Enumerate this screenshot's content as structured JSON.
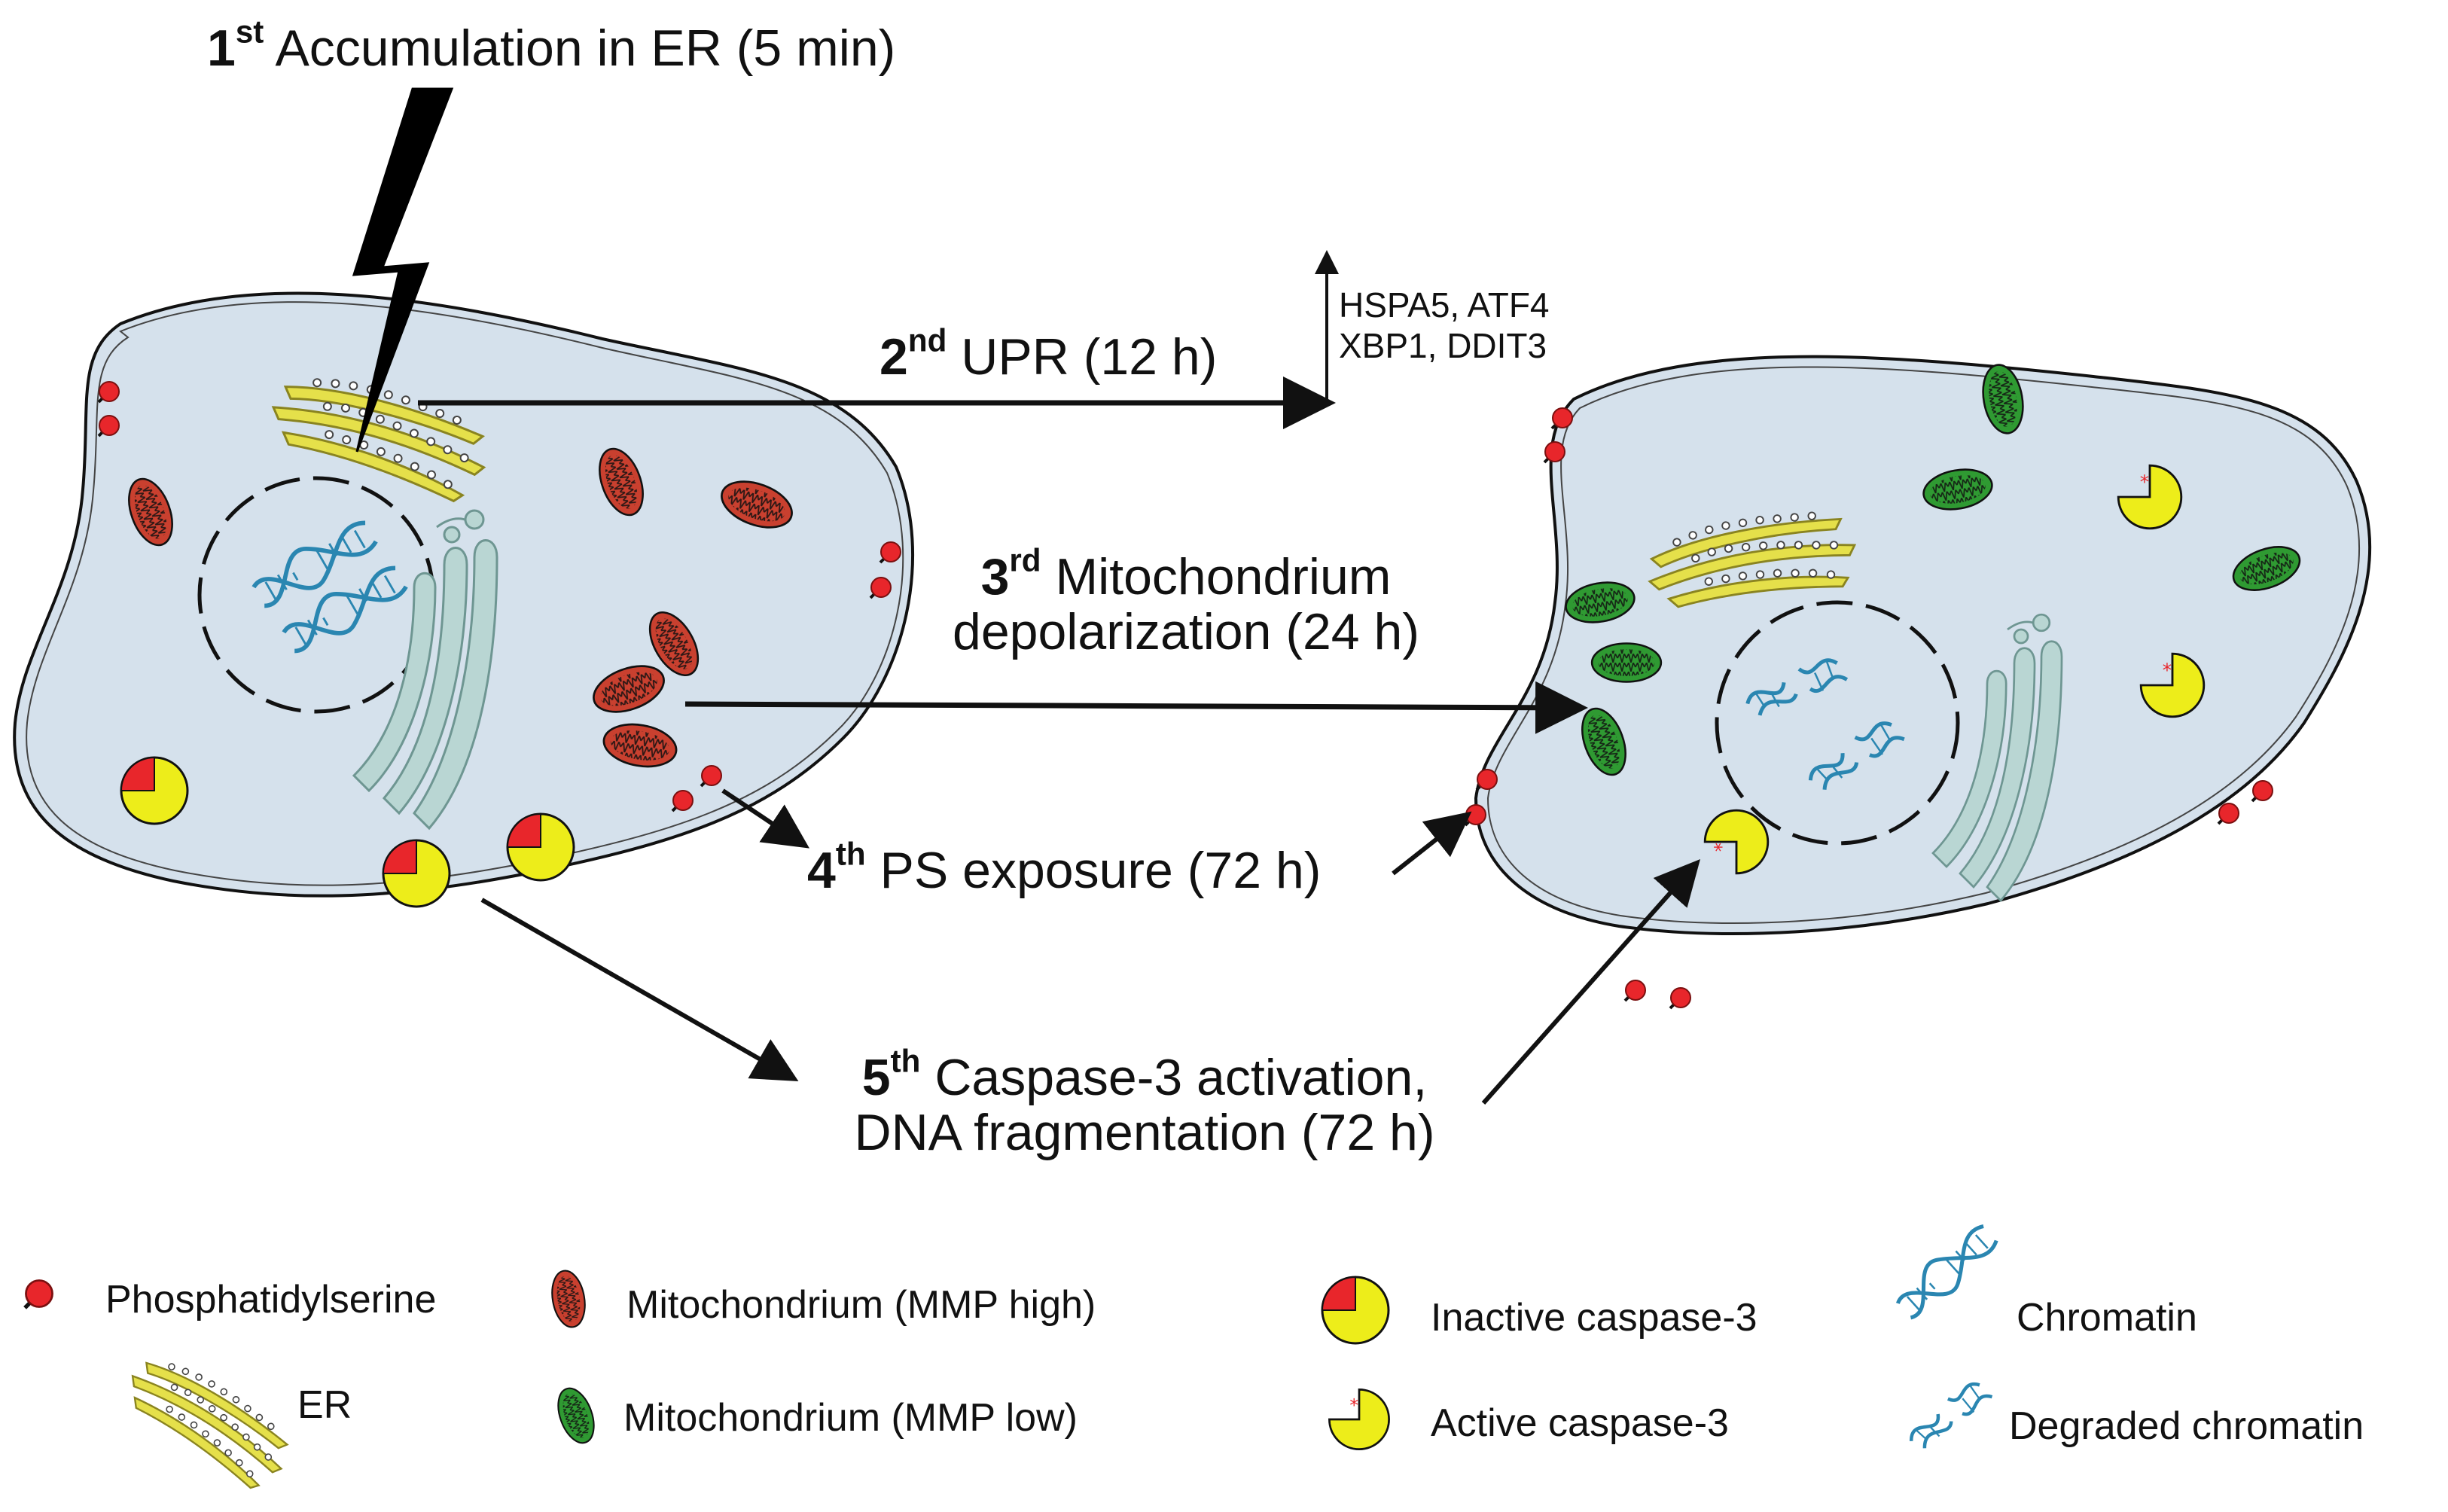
{
  "steps": [
    {
      "num": "1",
      "suffix": "st",
      "text": "Accumulation in ER (5 min)"
    },
    {
      "num": "2",
      "suffix": "nd",
      "text": "UPR (12 h)"
    },
    {
      "num": "3",
      "suffix": "rd",
      "line1": "Mitochondrium",
      "line2": "depolarization (24 h)"
    },
    {
      "num": "4",
      "suffix": "th",
      "text": "PS exposure (72 h)"
    },
    {
      "num": "5",
      "suffix": "th",
      "line1": "Caspase-3 activation,",
      "line2": "DNA fragmentation (72 h)"
    }
  ],
  "genes": {
    "line1": "HSPA5, ATF4",
    "line2": "XBP1, DDIT3"
  },
  "legend": {
    "phosphatidylserine": "Phosphatidylserine",
    "er": "ER",
    "mito_high": "Mitochondrium (MMP high)",
    "mito_low": "Mitochondrium (MMP low)",
    "inactive_caspase": "Inactive caspase-3",
    "active_caspase": "Active caspase-3",
    "chromatin": "Chromatin",
    "degraded_chromatin": "Degraded chromatin"
  },
  "colors": {
    "cytoplasm": "#d5e1ec",
    "ps_red": "#e8262b",
    "mito_high": "#c9402f",
    "mito_low": "#2f9a32",
    "caspase_yellow": "#eded1a",
    "er_yellow": "#e5e04a",
    "golgi": "#b9d6d3",
    "chromatin": "#2a86b1"
  }
}
